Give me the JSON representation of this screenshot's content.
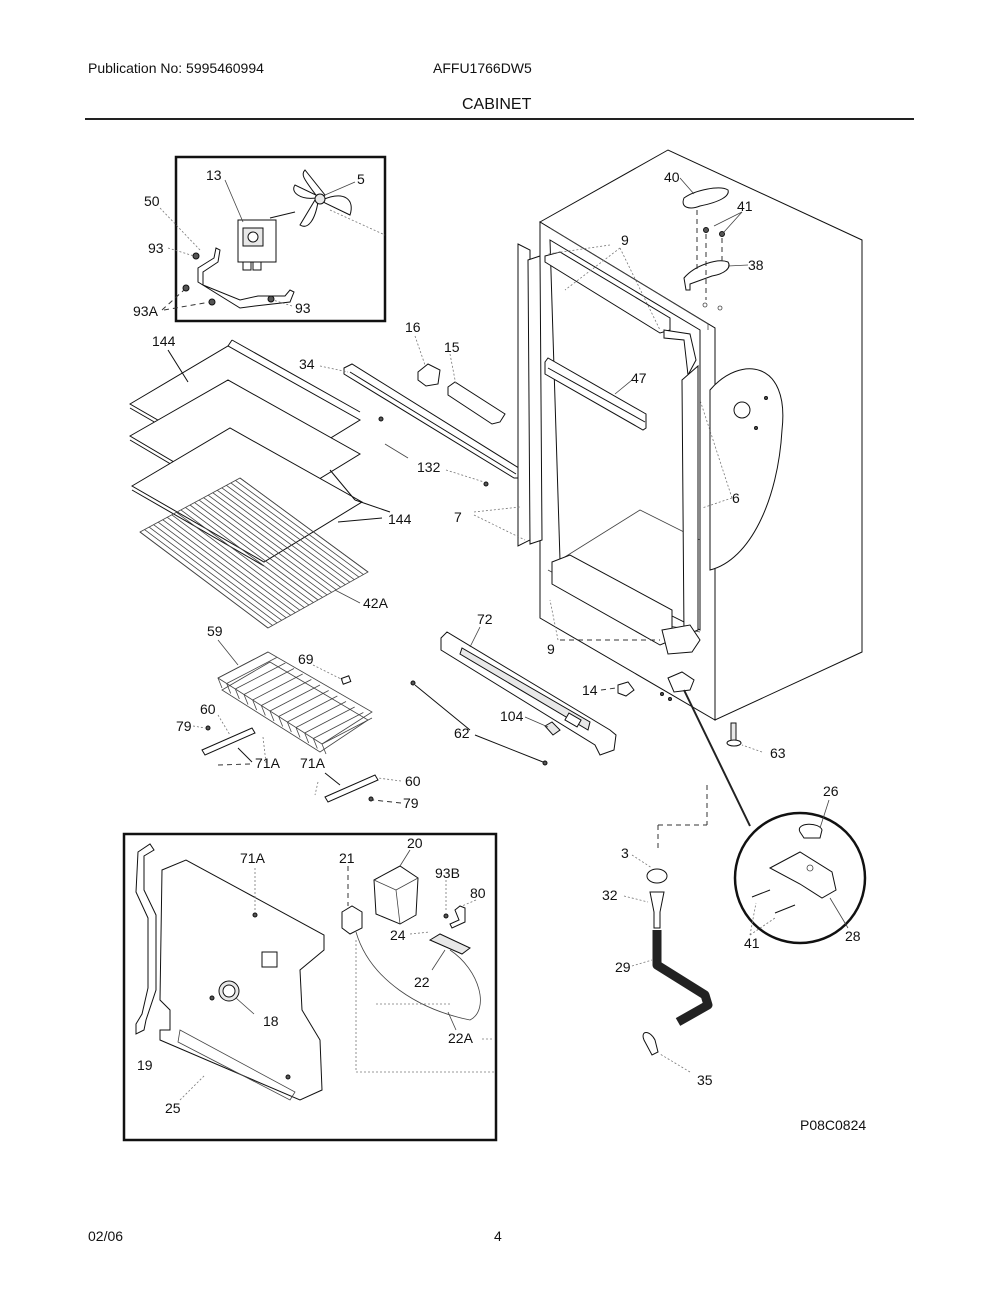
{
  "header": {
    "publication": "Publication No: 5995460994",
    "model": "AFFU1766DW5",
    "section_title": "CABINET"
  },
  "footer": {
    "date": "02/06",
    "page": "4",
    "drawing_id": "P08C0824"
  },
  "callouts": {
    "fan_box": [
      "13",
      "5",
      "50",
      "93",
      "93A",
      "93"
    ],
    "shelves": [
      "144",
      "144",
      "144",
      "42A"
    ],
    "light": [
      "34",
      "16",
      "15",
      "132"
    ],
    "cabinet": [
      "9",
      "40",
      "41",
      "38",
      "47",
      "7",
      "6",
      "9"
    ],
    "basket": [
      "59",
      "69",
      "60",
      "79",
      "71A",
      "71A",
      "60",
      "79"
    ],
    "toe_grille": [
      "72",
      "62",
      "104",
      "14",
      "63"
    ],
    "drain": [
      "3",
      "32",
      "29",
      "35"
    ],
    "hinge_detail": [
      "26",
      "28",
      "41"
    ],
    "evap_box": [
      "71A",
      "21",
      "20",
      "93B",
      "80",
      "24",
      "22",
      "18",
      "22A",
      "19",
      "25"
    ]
  }
}
